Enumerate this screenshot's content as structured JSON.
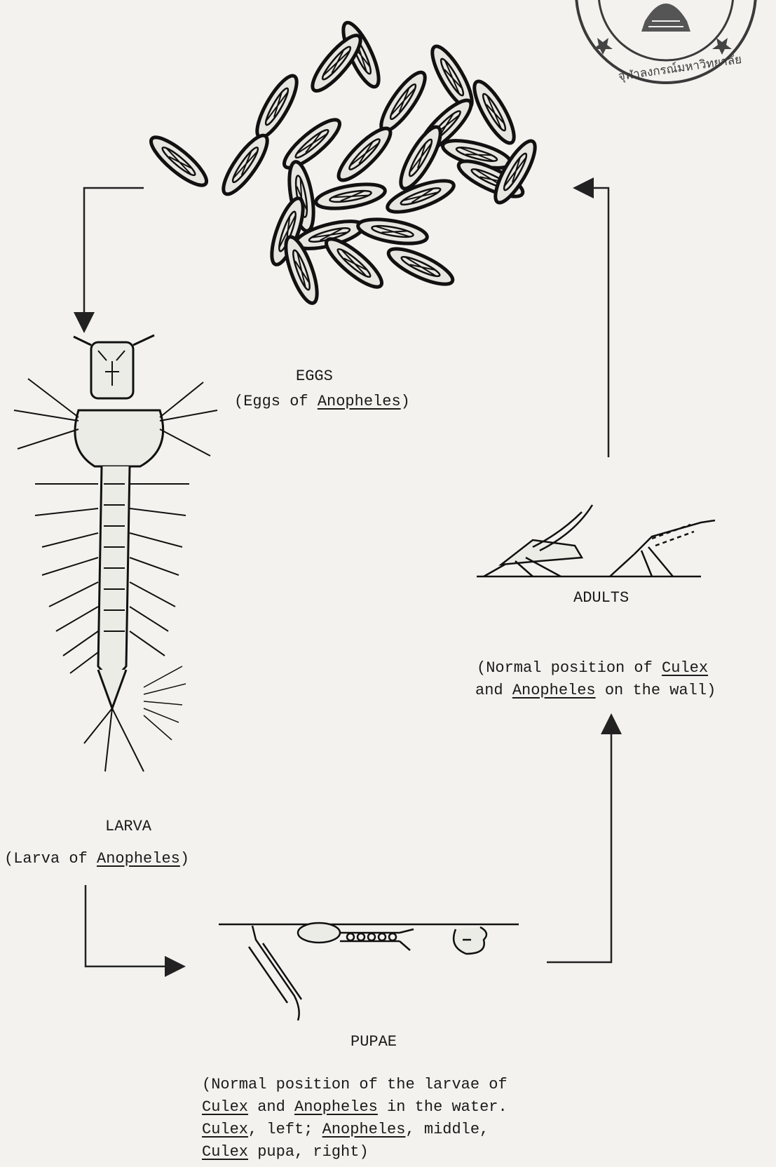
{
  "seal": {
    "text": "จุฬาลงกรณ์มหาวิทยาลัย",
    "color": "#3a3a3a"
  },
  "stages": {
    "eggs": {
      "title": "EGGS",
      "caption_pre": "(Eggs of ",
      "caption_genus": "Anopheles",
      "caption_post": ")"
    },
    "larva": {
      "title": "LARVA",
      "caption_pre": "(Larva of ",
      "caption_genus": "Anopheles",
      "caption_post": ")"
    },
    "pupae": {
      "title": "PUPAE",
      "line1": "(Normal position of the larvae of",
      "line2_g1": "Culex",
      "line2_mid": " and ",
      "line2_g2": "Anopheles",
      "line2_post": " in the water.",
      "line3_g1": "Culex",
      "line3_mid": ", left; ",
      "line3_g2": "Anopheles",
      "line3_post": ", middle,",
      "line4_g1": "Culex",
      "line4_post": " pupa, right)"
    },
    "adults": {
      "title": "ADULTS",
      "line1_pre": "(Normal position of ",
      "line1_genus": "Culex",
      "line2_pre": "and ",
      "line2_genus": "Anopheles",
      "line2_post": " on the wall)"
    }
  }
}
